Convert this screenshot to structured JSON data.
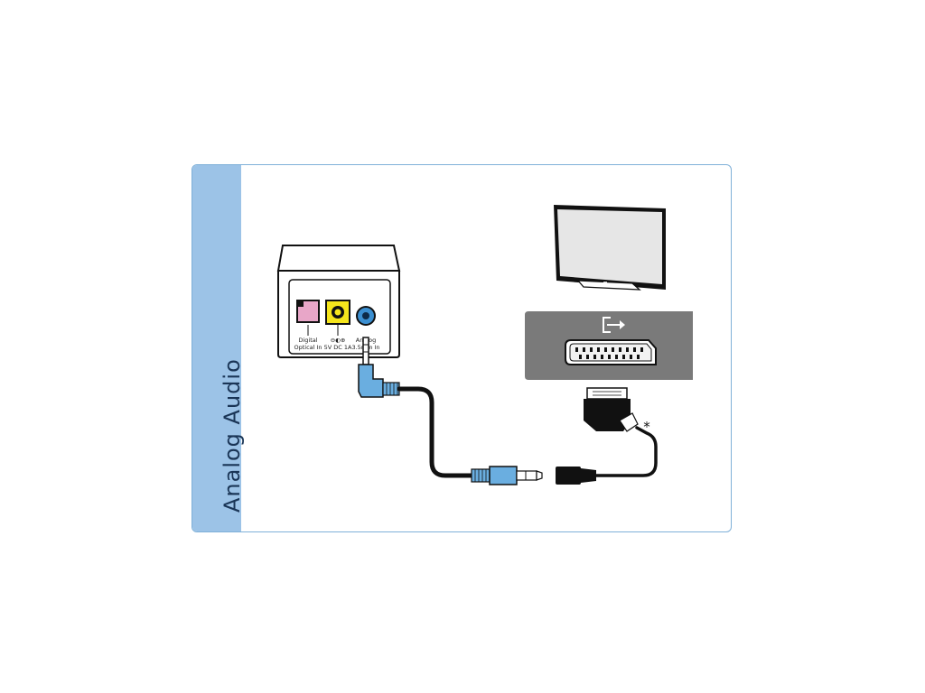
{
  "panel": {
    "title": "Analog Audio"
  },
  "device": {
    "ports": [
      {
        "line1": "Digital",
        "line2": "Optical In"
      },
      {
        "line1": "⊖◐⊕",
        "line2": "5V DC  1A"
      },
      {
        "line1": "Analog",
        "line2": "3.5mm In"
      }
    ]
  },
  "cable": {
    "footnote_mark": "*"
  },
  "colors": {
    "band": "#9cc3e7",
    "panel_border": "#7fb0d8",
    "optical_port": "#e8a6c8",
    "power_port": "#f5e51c",
    "analog_port": "#3b8fd1",
    "jack_blue": "#6aaee0",
    "scart_panel": "#7a7a7a"
  }
}
